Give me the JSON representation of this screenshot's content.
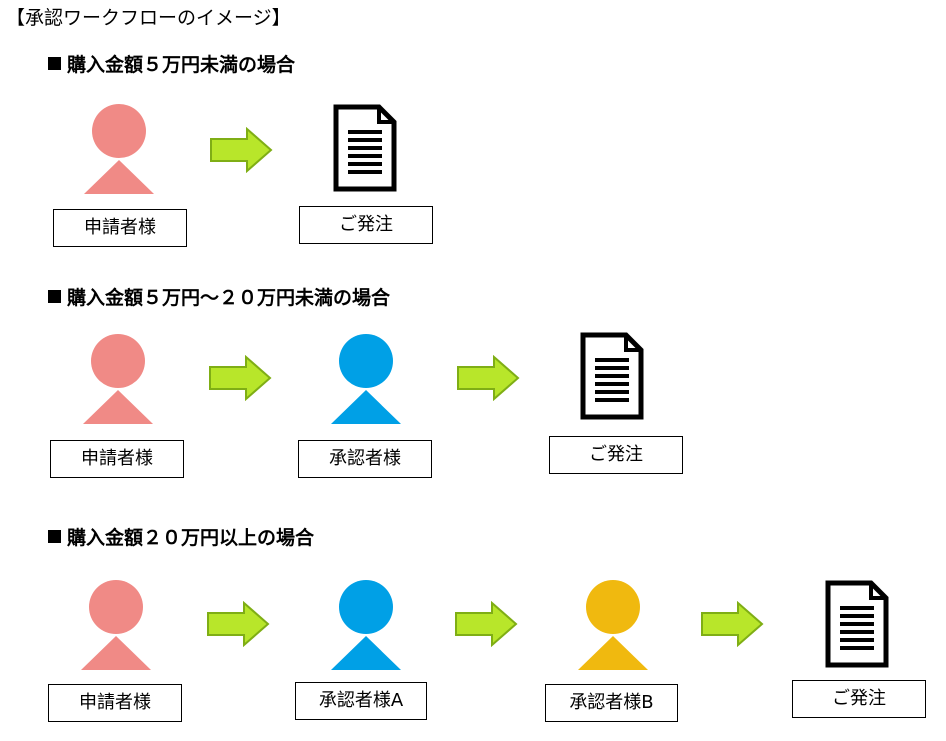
{
  "title": "【承認ワークフローのイメージ】",
  "sections": [
    {
      "heading": "購入金額５万円未満の場合",
      "labels": [
        "申請者様",
        "ご発注"
      ]
    },
    {
      "heading": "購入金額５万円～２０万円未満の場合",
      "labels": [
        "申請者様",
        "承認者様",
        "ご発注"
      ]
    },
    {
      "heading": "購入金額２０万円以上の場合",
      "labels": [
        "申請者様",
        "承認者様A",
        "承認者様B",
        "ご発注"
      ]
    }
  ],
  "colors": {
    "applicant": "#f08a86",
    "approver_a": "#00a0e6",
    "approver_b": "#f0b90f",
    "arrow_fill": "#b8e62a",
    "arrow_stroke": "#7fae15"
  },
  "icons": {
    "person": "person-icon",
    "arrow": "arrow-right-icon",
    "document": "document-icon"
  }
}
